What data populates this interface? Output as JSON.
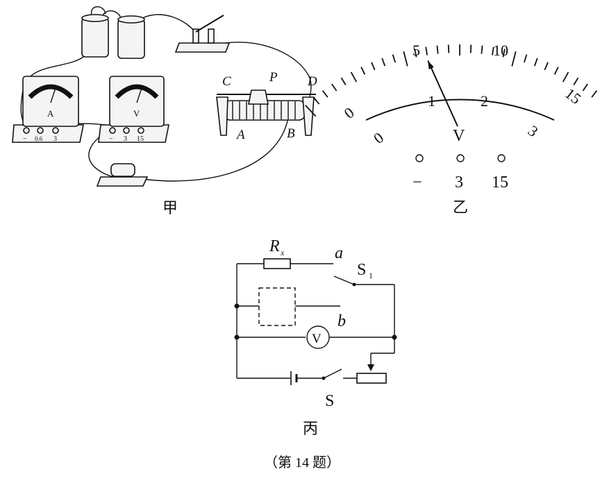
{
  "figure_jia": {
    "caption": "甲",
    "ammeter": {
      "symbol": "A",
      "terminals": [
        "−",
        "0.6",
        "3"
      ]
    },
    "voltmeter": {
      "symbol": "V",
      "terminals": [
        "−",
        "3",
        "15"
      ]
    },
    "rheostat": {
      "labels": {
        "C": "C",
        "P": "P",
        "D": "D",
        "A": "A",
        "B": "B"
      }
    }
  },
  "figure_yi": {
    "caption": "乙",
    "meter_symbol": "V",
    "scale_0_15": [
      "0",
      "5",
      "10",
      "15"
    ],
    "scale_0_3": [
      "0",
      "1",
      "2",
      "3"
    ],
    "terminals": [
      "−",
      "3",
      "15"
    ],
    "needle_value_on_3V_range": 1.2
  },
  "figure_bing": {
    "caption": "丙",
    "resistor_label": "R",
    "resistor_subscript": "x",
    "switch1_label": "S",
    "switch1_subscript": "1",
    "contact_a": "a",
    "contact_b": "b",
    "voltmeter_symbol": "V",
    "switch_label": "S"
  },
  "problem_caption": "（第 14 题）"
}
